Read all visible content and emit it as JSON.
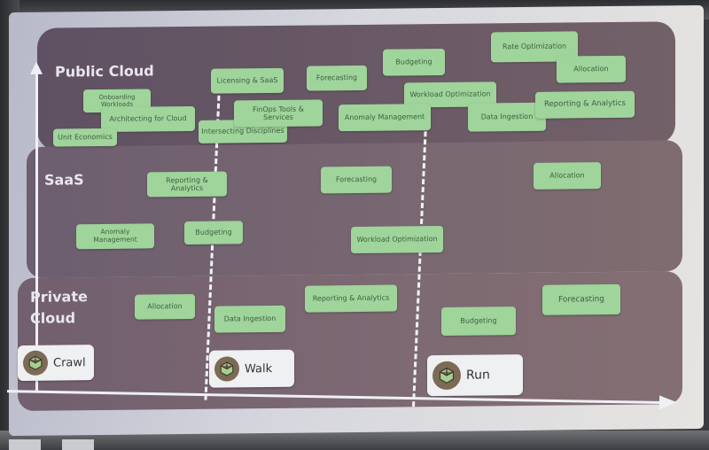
{
  "zones": {
    "public": "Public Cloud",
    "saas": "SaaS",
    "private_line1": "Private",
    "private_line2": "Cloud"
  },
  "stages": {
    "crawl": "Crawl",
    "walk": "Walk",
    "run": "Run",
    "icon": "cube-icon"
  },
  "public_cloud_items": {
    "onboarding": "Onboarding Workloads",
    "architecting": "Architecting for Cloud",
    "unit_economics": "Unit Economics",
    "licensing": "Licensing & SaaS",
    "intersecting": "Intersecting Disciplines",
    "finops_tools": "FinOps Tools & Services",
    "forecasting": "Forecasting",
    "budgeting": "Budgeting",
    "workload_opt": "Workload Optimization",
    "anomaly": "Anomaly Management",
    "rate_opt": "Rate Optimization",
    "allocation": "Allocation",
    "data_ingestion": "Data Ingestion",
    "reporting": "Reporting & Analytics"
  },
  "saas_items": {
    "reporting": "Reporting & Analytics",
    "forecasting": "Forecasting",
    "allocation": "Allocation",
    "anomaly": "Anomaly Management",
    "budgeting": "Budgeting",
    "workload_opt": "Workload Optimization"
  },
  "private_items": {
    "allocation": "Allocation",
    "data_ingestion": "Data Ingestion",
    "reporting": "Reporting & Analytics",
    "budgeting": "Budgeting",
    "forecasting": "Forecasting"
  },
  "colors": {
    "pill_bg": "#9fd49b",
    "pill_text": "#3f6040",
    "band": "#7b6873"
  }
}
